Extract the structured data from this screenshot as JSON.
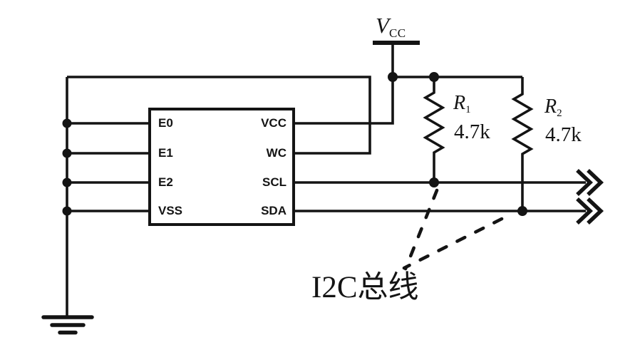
{
  "diagram_type": "circuit-schematic",
  "colors": {
    "ink": "#141414",
    "background": "#ffffff"
  },
  "ic": {
    "pins_left": [
      "E0",
      "E1",
      "E2",
      "VSS"
    ],
    "pins_right": [
      "VCC",
      "WC",
      "SCL",
      "SDA"
    ]
  },
  "power_rail": {
    "symbol_base": "V",
    "symbol_sub": "CC"
  },
  "resistors": [
    {
      "designator_base": "R",
      "designator_sub": "1",
      "value": "4.7k"
    },
    {
      "designator_base": "R",
      "designator_sub": "2",
      "value": "4.7k"
    }
  ],
  "bus": {
    "label": "I2C总线"
  }
}
